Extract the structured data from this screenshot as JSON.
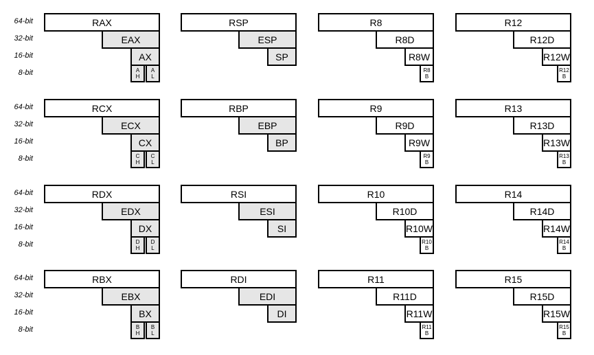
{
  "labels": [
    "64-bit",
    "32-bit",
    "16-bit",
    "8-bit"
  ],
  "rows": [
    [
      {
        "legacy": true,
        "r64": "RAX",
        "r32": "EAX",
        "r16": "AX",
        "hi": [
          "A",
          "H"
        ],
        "lo": [
          "A",
          "L"
        ]
      },
      {
        "legacy": true,
        "r64": "RSP",
        "r32": "ESP",
        "r16": "SP"
      },
      {
        "legacy": false,
        "r64": "R8",
        "r32": "R8D",
        "r16": "R8W",
        "lo": [
          "R8",
          "B"
        ]
      },
      {
        "legacy": false,
        "r64": "R12",
        "r32": "R12D",
        "r16": "R12W",
        "lo": [
          "R12",
          "B"
        ]
      }
    ],
    [
      {
        "legacy": true,
        "r64": "RCX",
        "r32": "ECX",
        "r16": "CX",
        "hi": [
          "C",
          "H"
        ],
        "lo": [
          "C",
          "L"
        ]
      },
      {
        "legacy": true,
        "r64": "RBP",
        "r32": "EBP",
        "r16": "BP"
      },
      {
        "legacy": false,
        "r64": "R9",
        "r32": "R9D",
        "r16": "R9W",
        "lo": [
          "R9",
          "B"
        ]
      },
      {
        "legacy": false,
        "r64": "R13",
        "r32": "R13D",
        "r16": "R13W",
        "lo": [
          "R13",
          "B"
        ]
      }
    ],
    [
      {
        "legacy": true,
        "r64": "RDX",
        "r32": "EDX",
        "r16": "DX",
        "hi": [
          "D",
          "H"
        ],
        "lo": [
          "D",
          "L"
        ]
      },
      {
        "legacy": true,
        "r64": "RSI",
        "r32": "ESI",
        "r16": "SI"
      },
      {
        "legacy": false,
        "r64": "R10",
        "r32": "R10D",
        "r16": "R10W",
        "lo": [
          "R10",
          "B"
        ]
      },
      {
        "legacy": false,
        "r64": "R14",
        "r32": "R14D",
        "r16": "R14W",
        "lo": [
          "R14",
          "B"
        ]
      }
    ],
    [
      {
        "legacy": true,
        "r64": "RBX",
        "r32": "EBX",
        "r16": "BX",
        "hi": [
          "B",
          "H"
        ],
        "lo": [
          "B",
          "L"
        ]
      },
      {
        "legacy": true,
        "r64": "RDI",
        "r32": "EDI",
        "r16": "DI"
      },
      {
        "legacy": false,
        "r64": "R11",
        "r32": "R11D",
        "r16": "R11W",
        "lo": [
          "R11",
          "B"
        ]
      },
      {
        "legacy": false,
        "r64": "R15",
        "r32": "R15D",
        "r16": "R15W",
        "lo": [
          "R15",
          "B"
        ]
      }
    ]
  ]
}
